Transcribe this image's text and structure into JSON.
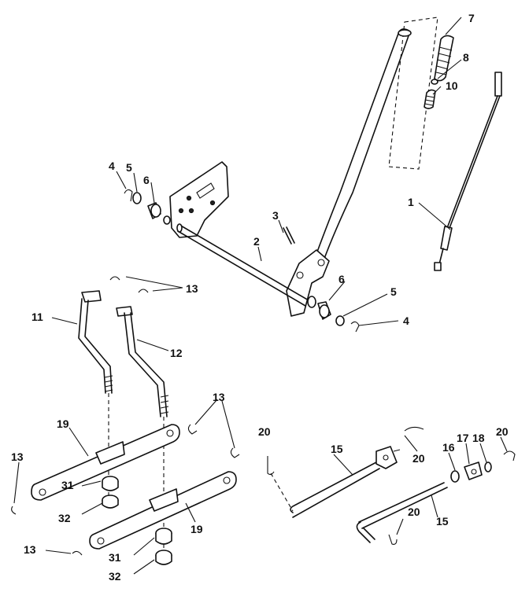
{
  "callouts": {
    "c1": "1",
    "c2": "2",
    "c3": "3",
    "c4a": "4",
    "c4b": "4",
    "c5a": "5",
    "c5b": "5",
    "c6a": "6",
    "c6b": "6",
    "c7": "7",
    "c8": "8",
    "c10": "10",
    "c11": "11",
    "c12": "12",
    "c13a": "13",
    "c13b": "13",
    "c13c": "13",
    "c13d": "13",
    "c15a": "15",
    "c15b": "15",
    "c16": "16",
    "c17": "17",
    "c18": "18",
    "c19a": "19",
    "c19b": "19",
    "c20a": "20",
    "c20b": "20",
    "c20c": "20",
    "c20d": "20",
    "c31a": "31",
    "c31b": "31",
    "c32a": "32",
    "c32b": "32"
  }
}
